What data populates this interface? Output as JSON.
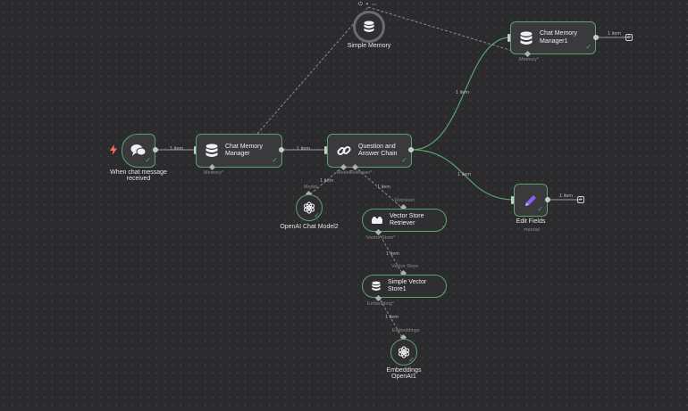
{
  "nodes": {
    "trigger": {
      "label_line1": "When chat message",
      "label_line2": "received"
    },
    "chat_memory_manager": {
      "title_line1": "Chat Memory",
      "title_line2": "Manager",
      "port_label": "Memory*"
    },
    "qa_chain": {
      "title_line1": "Question and",
      "title_line2": "Answer Chain",
      "port_label_model": "Model*",
      "port_label_retriever": "Retriever*"
    },
    "chat_memory_manager1": {
      "title_line1": "Chat Memory",
      "title_line2": "Manager1",
      "port_label": "Memory*"
    },
    "simple_memory": {
      "label": "Simple Memory"
    },
    "edit_fields": {
      "label": "Edit Fields",
      "sublabel": "manual"
    },
    "openai_chat_model": {
      "label": "OpenAI Chat Model2",
      "top_label": "Model"
    },
    "vector_store_retriever": {
      "title_line1": "Vector Store",
      "title_line2": "Retriever",
      "top_label": "Retriever",
      "port_label": "Vector Store*"
    },
    "simple_vector_store": {
      "title": "Simple Vector Store1",
      "top_label": "Vector Store",
      "port_label": "Embedding*"
    },
    "embeddings_openai": {
      "label_line1": "Embeddings",
      "label_line2": "OpenAI1",
      "top_label": "Embeddings"
    }
  },
  "edges": {
    "trigger_to_manager": "1 item",
    "manager_to_chain": "1 item",
    "chain_to_manager1": "1 item",
    "chain_to_editfields": "1 item",
    "manager1_out": "1 item",
    "editfields_out": "1 item",
    "model_edge": "1 item",
    "retriever_edge": "1 item",
    "vectorstore_edge": "1 item",
    "embedding_edge": "1 item"
  },
  "colors": {
    "accent": "#5aa26d",
    "trigger": "#ff6d5a",
    "edit_pencil": "#8b5cf6"
  }
}
